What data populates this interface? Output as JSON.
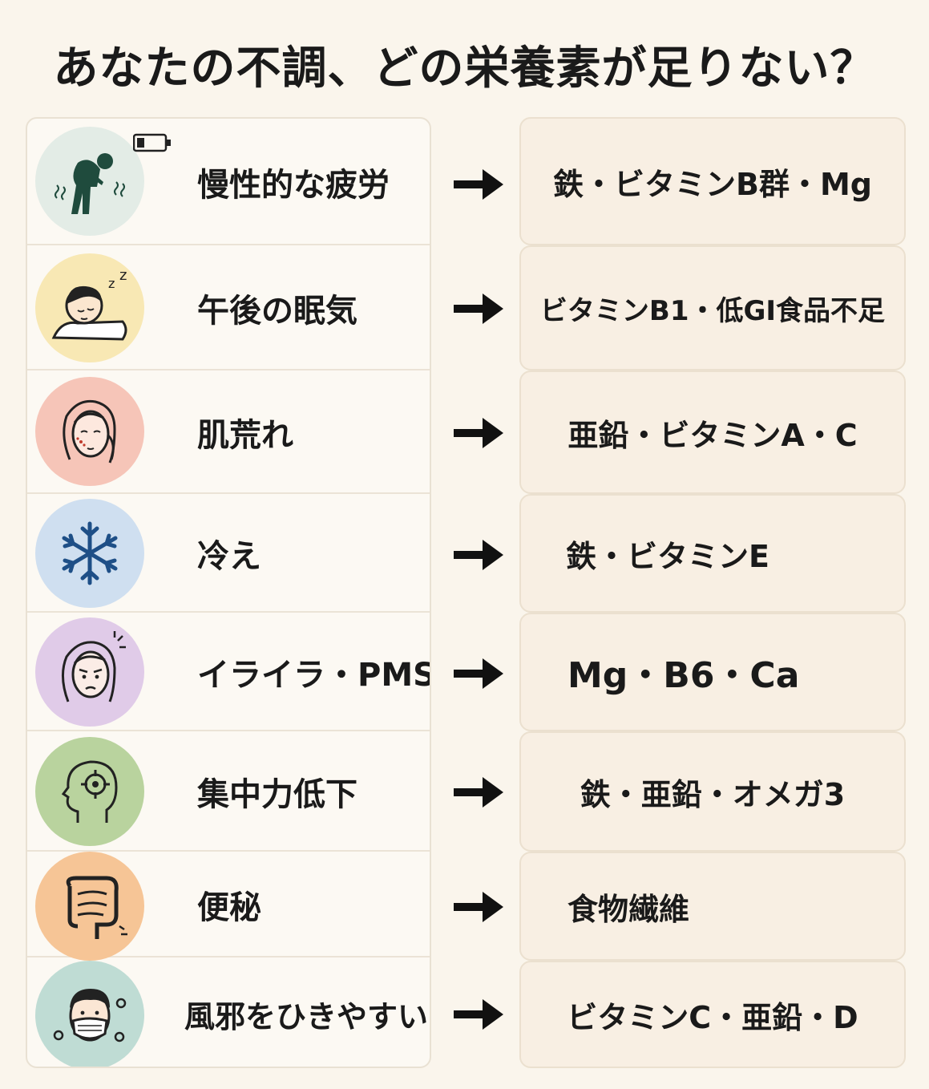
{
  "title": "あなたの不調、どの栄養素が足りない？",
  "rows": [
    {
      "symptom": "慢性的な疲労",
      "nutrient": "鉄・ビタミンB群・Mg",
      "icon": "tired-person-icon",
      "circle_color": "#e3ece6"
    },
    {
      "symptom": "午後の眠気",
      "nutrient": "ビタミンB1・低GI食品不足",
      "icon": "sleepy-person-icon",
      "circle_color": "#f8e8b4"
    },
    {
      "symptom": "肌荒れ",
      "nutrient": "亜鉛・ビタミンA・C",
      "icon": "skin-trouble-face-icon",
      "circle_color": "#f6c5b8"
    },
    {
      "symptom": "冷え",
      "nutrient": "鉄・ビタミンE",
      "icon": "snowflake-icon",
      "circle_color": "#cfdff0"
    },
    {
      "symptom": "イライラ・PMS",
      "nutrient": "Mg・B6・Ca",
      "icon": "irritated-face-icon",
      "circle_color": "#e0cbe8"
    },
    {
      "symptom": "集中力低下",
      "nutrient": "鉄・亜鉛・オメガ3",
      "icon": "head-target-icon",
      "circle_color": "#b9d39e"
    },
    {
      "symptom": "便秘",
      "nutrient": "食物繊維",
      "icon": "intestine-icon",
      "circle_color": "#f6c596"
    },
    {
      "symptom": "風邪をひきやすい",
      "nutrient": "ビタミンC・亜鉛・D",
      "icon": "mask-person-icon",
      "circle_color": "#bfdcd4"
    }
  ],
  "colors": {
    "accent": "#1a1a1a",
    "background": "#faf5ec"
  }
}
